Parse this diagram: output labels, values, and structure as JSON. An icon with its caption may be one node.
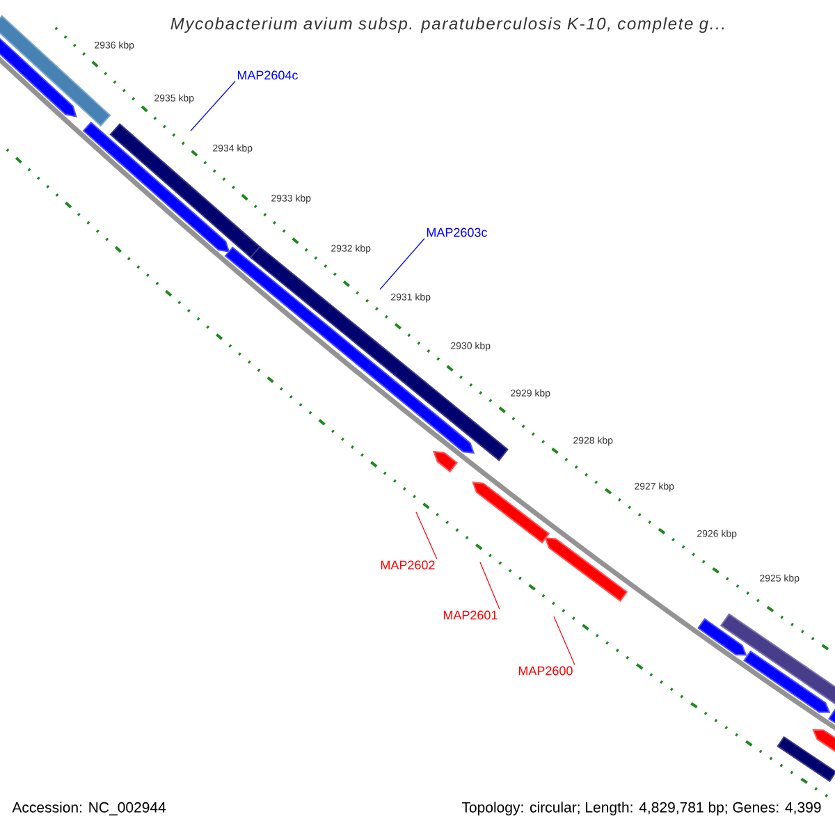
{
  "diagram": {
    "title": "Mycobacterium avium subsp. paratuberculosis K-10, complete g...",
    "nodes": [
      {
        "text": [
          "MAP2604c"
        ]
      },
      {
        "text": [
          "MAP2603c"
        ]
      },
      {
        "text": [
          "MAP2602"
        ]
      },
      {
        "text": [
          "MAP2601"
        ]
      },
      {
        "text": [
          "MAP2600"
        ]
      }
    ],
    "edges": [
      {
        "from": 0,
        "to": null,
        "arrow": "none",
        "color": "#0000ff"
      },
      {
        "from": 1,
        "to": null,
        "arrow": "none",
        "color": "#0000ff"
      },
      {
        "from": 2,
        "to": null,
        "arrow": "none",
        "color": "#ff0000"
      },
      {
        "from": 3,
        "to": null,
        "arrow": "none",
        "color": "#ff0000"
      },
      {
        "from": 4,
        "to": null,
        "arrow": "none",
        "color": "#ff0000"
      }
    ],
    "labels": [
      "2936 kbp",
      "2935 kbp",
      "2934 kbp",
      "2933 kbp",
      "2932 kbp",
      "2931 kbp",
      "2930 kbp",
      "2929 kbp",
      "2928 kbp",
      "2927 kbp",
      "2926 kbp",
      "2925 kbp",
      "Accession: NC_002944",
      "Topology: circular; Length: 4,829,781 bp; Genes: 4,399"
    ]
  }
}
